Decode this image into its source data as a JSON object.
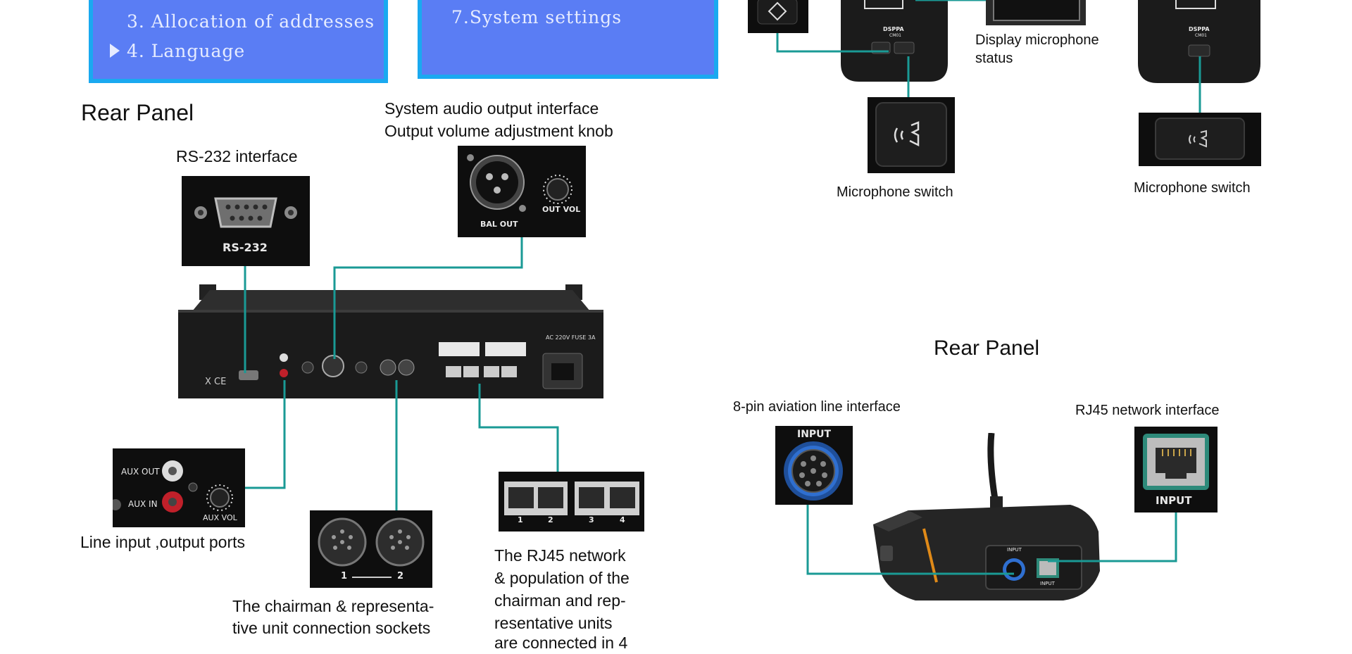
{
  "menus": {
    "left_lines": [
      "3. Allocation of addresses",
      "4. Language"
    ],
    "left_selected_index": 1,
    "right_lines": [
      "7.System settings"
    ],
    "pointer_icon": "triangle-pointer-icon"
  },
  "left_panel": {
    "heading": "Rear Panel",
    "labels": {
      "rs232": "RS-232 interface",
      "audio_out_line1": "System audio output interface",
      "audio_out_line2": "Output volume adjustment knob",
      "line_io": "Line input ,output ports",
      "sockets_line1": "The chairman & representa-",
      "sockets_line2": "tive unit connection sockets",
      "rj45_line1": "The RJ45 network",
      "rj45_line2": "& population of the",
      "rj45_line3": "chairman and rep-",
      "rj45_line4": "resentative units",
      "rj45_line5": "are connected in 4"
    },
    "printed": {
      "rs232": "RS-232",
      "bal_out": "BAL OUT",
      "out_vol": "OUT VOL",
      "aux_out": "AUX OUT",
      "aux_in": "AUX IN",
      "aux_vol": "AUX VOL",
      "din_1": "1",
      "din_2": "2",
      "rj_1": "1",
      "rj_2": "2",
      "rj_3": "3",
      "rj_4": "4",
      "mains": "AC 220V FUSE 3A"
    }
  },
  "right_panel": {
    "heading": "Rear Panel",
    "labels": {
      "display_status_line1": "Display microphone",
      "display_status_line2": "status",
      "mic_switch_a": "Microphone switch",
      "mic_switch_b": "Microphone switch",
      "aviation": "8-pin aviation line interface",
      "rj45": "RJ45 network interface"
    },
    "printed": {
      "input_aviation": "INPUT",
      "input_rj45": "INPUT",
      "brand_a": "DSPPA",
      "brand_b": "DSPPA",
      "model_a": "CM01",
      "model_b": "CM01",
      "input_small_a": "INPUT",
      "input_small_b": "INPUT"
    }
  },
  "colors": {
    "wire": "#1a9a95",
    "lcd_fill": "#5a7df4",
    "lcd_border": "#1aa9f0",
    "lcd_text": "#e6ecff",
    "device": "#1b1b1b"
  }
}
